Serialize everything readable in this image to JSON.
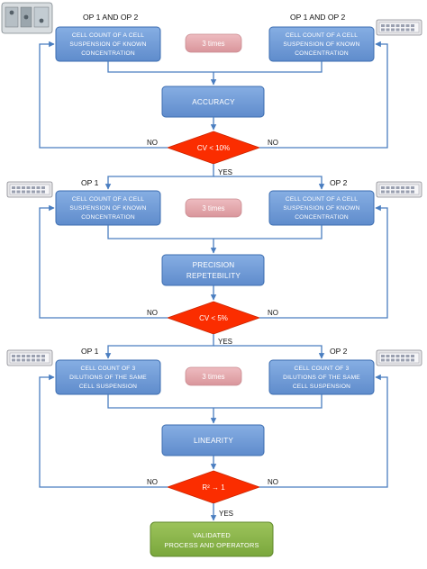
{
  "section1": {
    "op_left": "OP 1 AND OP 2",
    "op_right": "OP 1 AND OP 2",
    "box_left": [
      "CELL COUNT OF A CELL",
      "SUSPENSION OF KNOWN",
      "CONCENTRATION"
    ],
    "box_right": [
      "CELL COUNT OF A CELL",
      "SUSPENSION OF KNOWN",
      "CONCENTRATION"
    ],
    "times": "3 times",
    "process": "ACCURACY",
    "condition": "CV < 10%",
    "no_left": "NO",
    "no_right": "NO",
    "yes": "YES"
  },
  "section2": {
    "op_left": "OP 1",
    "op_right": "OP 2",
    "box_left": [
      "CELL COUNT OF A CELL",
      "SUSPENSION OF KNOWN",
      "CONCENTRATION"
    ],
    "box_right": [
      "CELL COUNT OF A CELL",
      "SUSPENSION OF KNOWN",
      "CONCENTRATION"
    ],
    "times": "3 times",
    "process": [
      "PRECISION",
      "REPETEBILITY"
    ],
    "condition": "CV < 5%",
    "no_left": "NO",
    "no_right": "NO",
    "yes": "YES"
  },
  "section3": {
    "op_left": "OP 1",
    "op_right": "OP 2",
    "box_left": [
      "CELL COUNT OF 3",
      "DILUTIONS OF THE SAME",
      "CELL SUSPENSION"
    ],
    "box_right": [
      "CELL COUNT OF 3",
      "DILUTIONS OF THE SAME",
      "CELL SUSPENSION"
    ],
    "times": "3 times",
    "process": "LINEARITY",
    "condition": "R² → 1",
    "no_left": "NO",
    "no_right": "NO",
    "yes": "YES"
  },
  "final": [
    "VALIDATED",
    "PROCESS AND OPERATORS"
  ],
  "colors": {
    "box_fill": "#6f9bd8",
    "box_stroke": "#3c6db0",
    "times_fill": "#e3a6ab",
    "diamond_fill": "#fb2d00",
    "final_fill": "#8ab44a",
    "line": "#4a7ec0"
  },
  "icons": [
    "device-chamber-icon",
    "counting-slide-icon"
  ]
}
